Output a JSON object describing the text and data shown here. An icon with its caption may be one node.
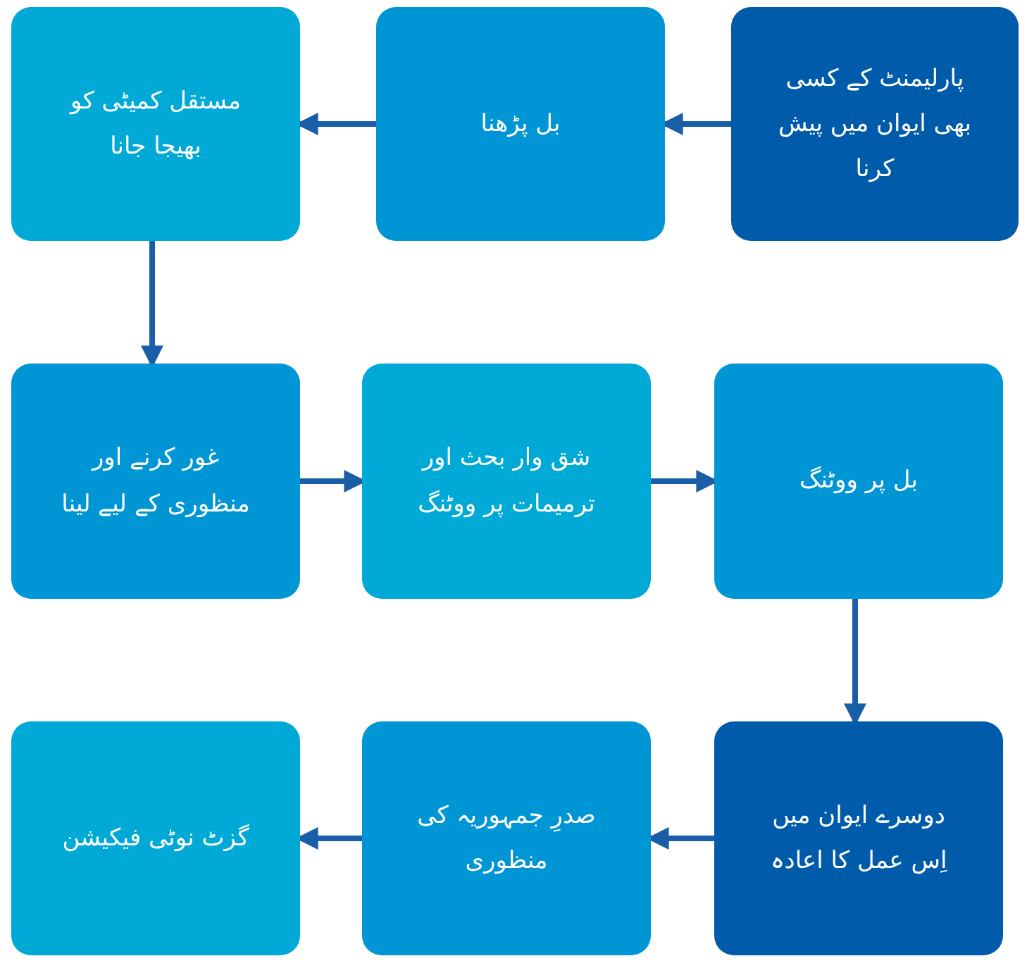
{
  "diagram": {
    "nodes": [
      {
        "text": [
          "پارلیمنٹ کے کسی بھی ایوان میں پیش کرنا"
        ]
      },
      {
        "text": [
          "بل پڑھنا"
        ]
      },
      {
        "text": [
          "مستقل کمیٹی کو بھیجا جانا"
        ]
      },
      {
        "text": [
          "غور کرنے اور منظوری کے لیے لینا"
        ]
      },
      {
        "text": [
          "شق وار بحث اور ترمیمات پر ووٹنگ"
        ]
      },
      {
        "text": [
          "بل پر ووٹنگ"
        ]
      },
      {
        "text": [
          "دوسرے ایوان میں اِس عمل کا اعادہ"
        ]
      },
      {
        "text": [
          "صدرِ جمہوریہ کی منظوری"
        ]
      },
      {
        "text": [
          "گزٹ نوٹی فیکیشن"
        ]
      }
    ],
    "edges": [
      {
        "from": 0,
        "to": 1,
        "arrow": "to"
      },
      {
        "from": 1,
        "to": 2,
        "arrow": "to"
      },
      {
        "from": 2,
        "to": 3,
        "arrow": "to"
      },
      {
        "from": 3,
        "to": 4,
        "arrow": "to"
      },
      {
        "from": 4,
        "to": 5,
        "arrow": "to"
      },
      {
        "from": 5,
        "to": 6,
        "arrow": "to"
      },
      {
        "from": 6,
        "to": 7,
        "arrow": "to"
      },
      {
        "from": 7,
        "to": 8,
        "arrow": "to"
      }
    ]
  }
}
